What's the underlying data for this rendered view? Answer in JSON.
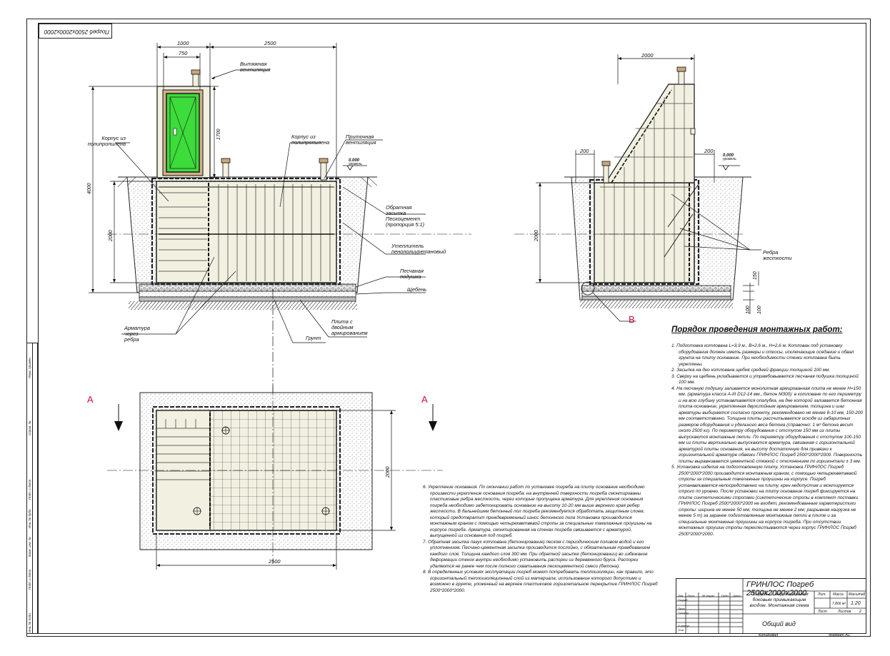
{
  "top_stamp": "Погреб 2500х2000х2000",
  "dimensions": {
    "d1000": "1000",
    "d750": "750",
    "d2500_top": "2500",
    "d1700": "1700",
    "d4000": "4000",
    "d2000_left": "2000",
    "d2000_right": "2000",
    "d2000_top_right": "2000",
    "d200_a": "200",
    "d200_b": "200",
    "d150": "150",
    "d100_a": "100",
    "d100_b": "100",
    "d2500_plan": "2500",
    "d2000_plan": "2000",
    "level_left": "0.000",
    "level_right": "0.000",
    "level_sub": "уровень"
  },
  "labels": {
    "exhaust_vent": "Вытяжная вентиляция",
    "body_pp_left": "Корпус из полипропилена",
    "body_pp_center": "Корпус из полипропилена",
    "supply_vent": "Приточная вентиляция",
    "backfill": "Обратная засыпка Пескоцемент (пропорция 5:1)",
    "insulation": "Утеплитель пенополиуретановый",
    "sand_cushion": "Песчаная подушка",
    "gravel": "Щебень",
    "slab": "Плита с двойным армированием",
    "ground": "Грунт",
    "rebar": "Арматура через ребра",
    "ribs": "Ребра жесткости"
  },
  "section_marks": {
    "a_left": "А",
    "a_right": "А",
    "b": "В"
  },
  "procedure": {
    "heading": "Порядок проведения монтажных работ:",
    "items_right": [
      "1. Подготовка котлована L=3,9 м., B=2,6 м., H=2,6 м. Котлован под установку оборудования должен иметь размеры и откосы, исключающие оседание и обвал грунта на плиту основание. При необходимости стенки котлована быть укреплены.",
      "2. Засыпка на дно котлована щебня средней фракции толщиной 100 мм.",
      "3. Сверху на щебень укладывается и утрамбовывается песчаная подушка толщиной 100 мм.",
      "4. На песчаную подушку заливается монолитная армированная плита не менее H=150 мм. (арматура класса A-III D12-14 мм., бетон М300): в котловане по его периметру и на всю глубину устанавливается опалубка, на дне которой заливается бетонная плита-основание, укрепленная двухслойным армированием, толщина и шаг арматуры выбирается согласно проекту, рекомендовано не менее 8-10 мм, 150-200 мм соответственно. Толщина плиты рассчитывается исходя из габаритных размеров оборудования и удельного веса бетона (справочно: 1 м³ бетона весит около 2500 кг). По периметру оборудования с отступом 150 мм из плиты выпускаются монтажные петли. По периметру оборудования с отступом 100-150 мм из плиты вертикально выпускаются арматура, связанная с горизонтальной арматурой плиты основания, на высоту достаточную для привязки к горизонтальной арматуре обвязки ГРИНЛОС Погреб 2500*2000*2000. Поверхность плиты выравнивается цементной стяжкой с отклонением по горизонтали ± 3 мм.",
      "5. Установка изделия на подготовленную плиту. Установка ГРИНЛОС Погреб 2500*2000*2000 производится монтажным краном, с помощью четырехветвевой стропы за специальные такелажные проушины на корпусе. Погреб устанавливается непосредственно на плиту, крен недопустим и монтируется строго по уровню. После установки на плиту основание погреб фиксируется на плите синтетическими стропами (синтетические стропы в комплект поставки ГРИНЛОС Погреб 2500*2000*2000 не входят, рекомендованные характеристики стропы: ширина не менее 50 мм; толщина не менее 2 мм; разрывная нагрузка не менее 5 т) за заранее подготовленные монтажные петли в плите и за специальные монтажные проушины на корпусе погреба. При отсутствии монтажных проушин стропы перехлестываются через корпус ГРИНЛОС Погреб 2500*2000*2000."
    ],
    "items_left": [
      "6. Укрепление основания. По окончании работ по установке погреба на плиту основание необходимо произвести укрепление основания погреба: на внутренней поверхности погреба смонтированы пластиковые ребра жесткости, через которые пропущена арматура. Для укрепления основания погреба необходимо забетонировать основание на высоту 10-20 мм выше верхнего края ребер жесткости. В дальнейшем бетонный пол погреба рекомендуется обработать защитным слоем, который предотвратит преждевременный износ бетонного пола Установка производится монтажным краном с помощью четырехветвевой стропы за специальные такелажные проушины на корпусе погреба. Арматура, смонтированная на стенах погреба связывается с арматурой, выпущенной из основания под погреб.",
      "7. Обратная засыпка пазух котлована (бетонирование) песком с периодическим поливом водой и его уплотнением. Песчано-цементная засыпка производится послойно, с обязательным трамбованием каждого слоя. Толщина каждого слоя 300 мм. При обратной засыпке (бетонировании) во избежание деформации стенок внутри необходимо установить распорки из деревянного бруса. Распорки удаляются не ранее чем после полного схватывания пескоцементной смеси (бетона).",
      "8. В определенных условиях эксплуатации погреб может потребовать теплоизоляции, как правило, это горизонтальный теплоизоляционный слой из материала, использование которого допустимо и возможно в грунте, уложенный на верхнее пластиковое горизонтальное перекрытие ГРИНЛОС Погреб 2500*2000*2000."
    ]
  },
  "title_block": {
    "title": "ГРИНЛОС Погреб 2500х2000х2000",
    "description": "Погребы с вертикальным боковым примыкающим входом. Монтажная схема",
    "sheet_name": "Общий вид",
    "volume": "7,866 м³",
    "scale": "1:20",
    "col_lit": "Лит.",
    "col_mass": "Масса",
    "col_scale": "Масштаб",
    "sheet": "Лист",
    "sheets": "Листов",
    "sheets_count": "2",
    "copied": "Копировал",
    "format": "Формат А1",
    "rows": [
      "Изм.",
      "Лист",
      "№ докум.",
      "Подп.",
      "Дата",
      "Разраб.",
      "Пров.",
      "Т.контр.",
      "Н.контр.",
      "Утв."
    ]
  },
  "side_strip": [
    "Инв. № подл.",
    "Подп. и дата",
    "Взам. инв. №",
    "Инв. № дубл.",
    "Подп. и дата",
    "Справ. №",
    "Перв. примен."
  ]
}
